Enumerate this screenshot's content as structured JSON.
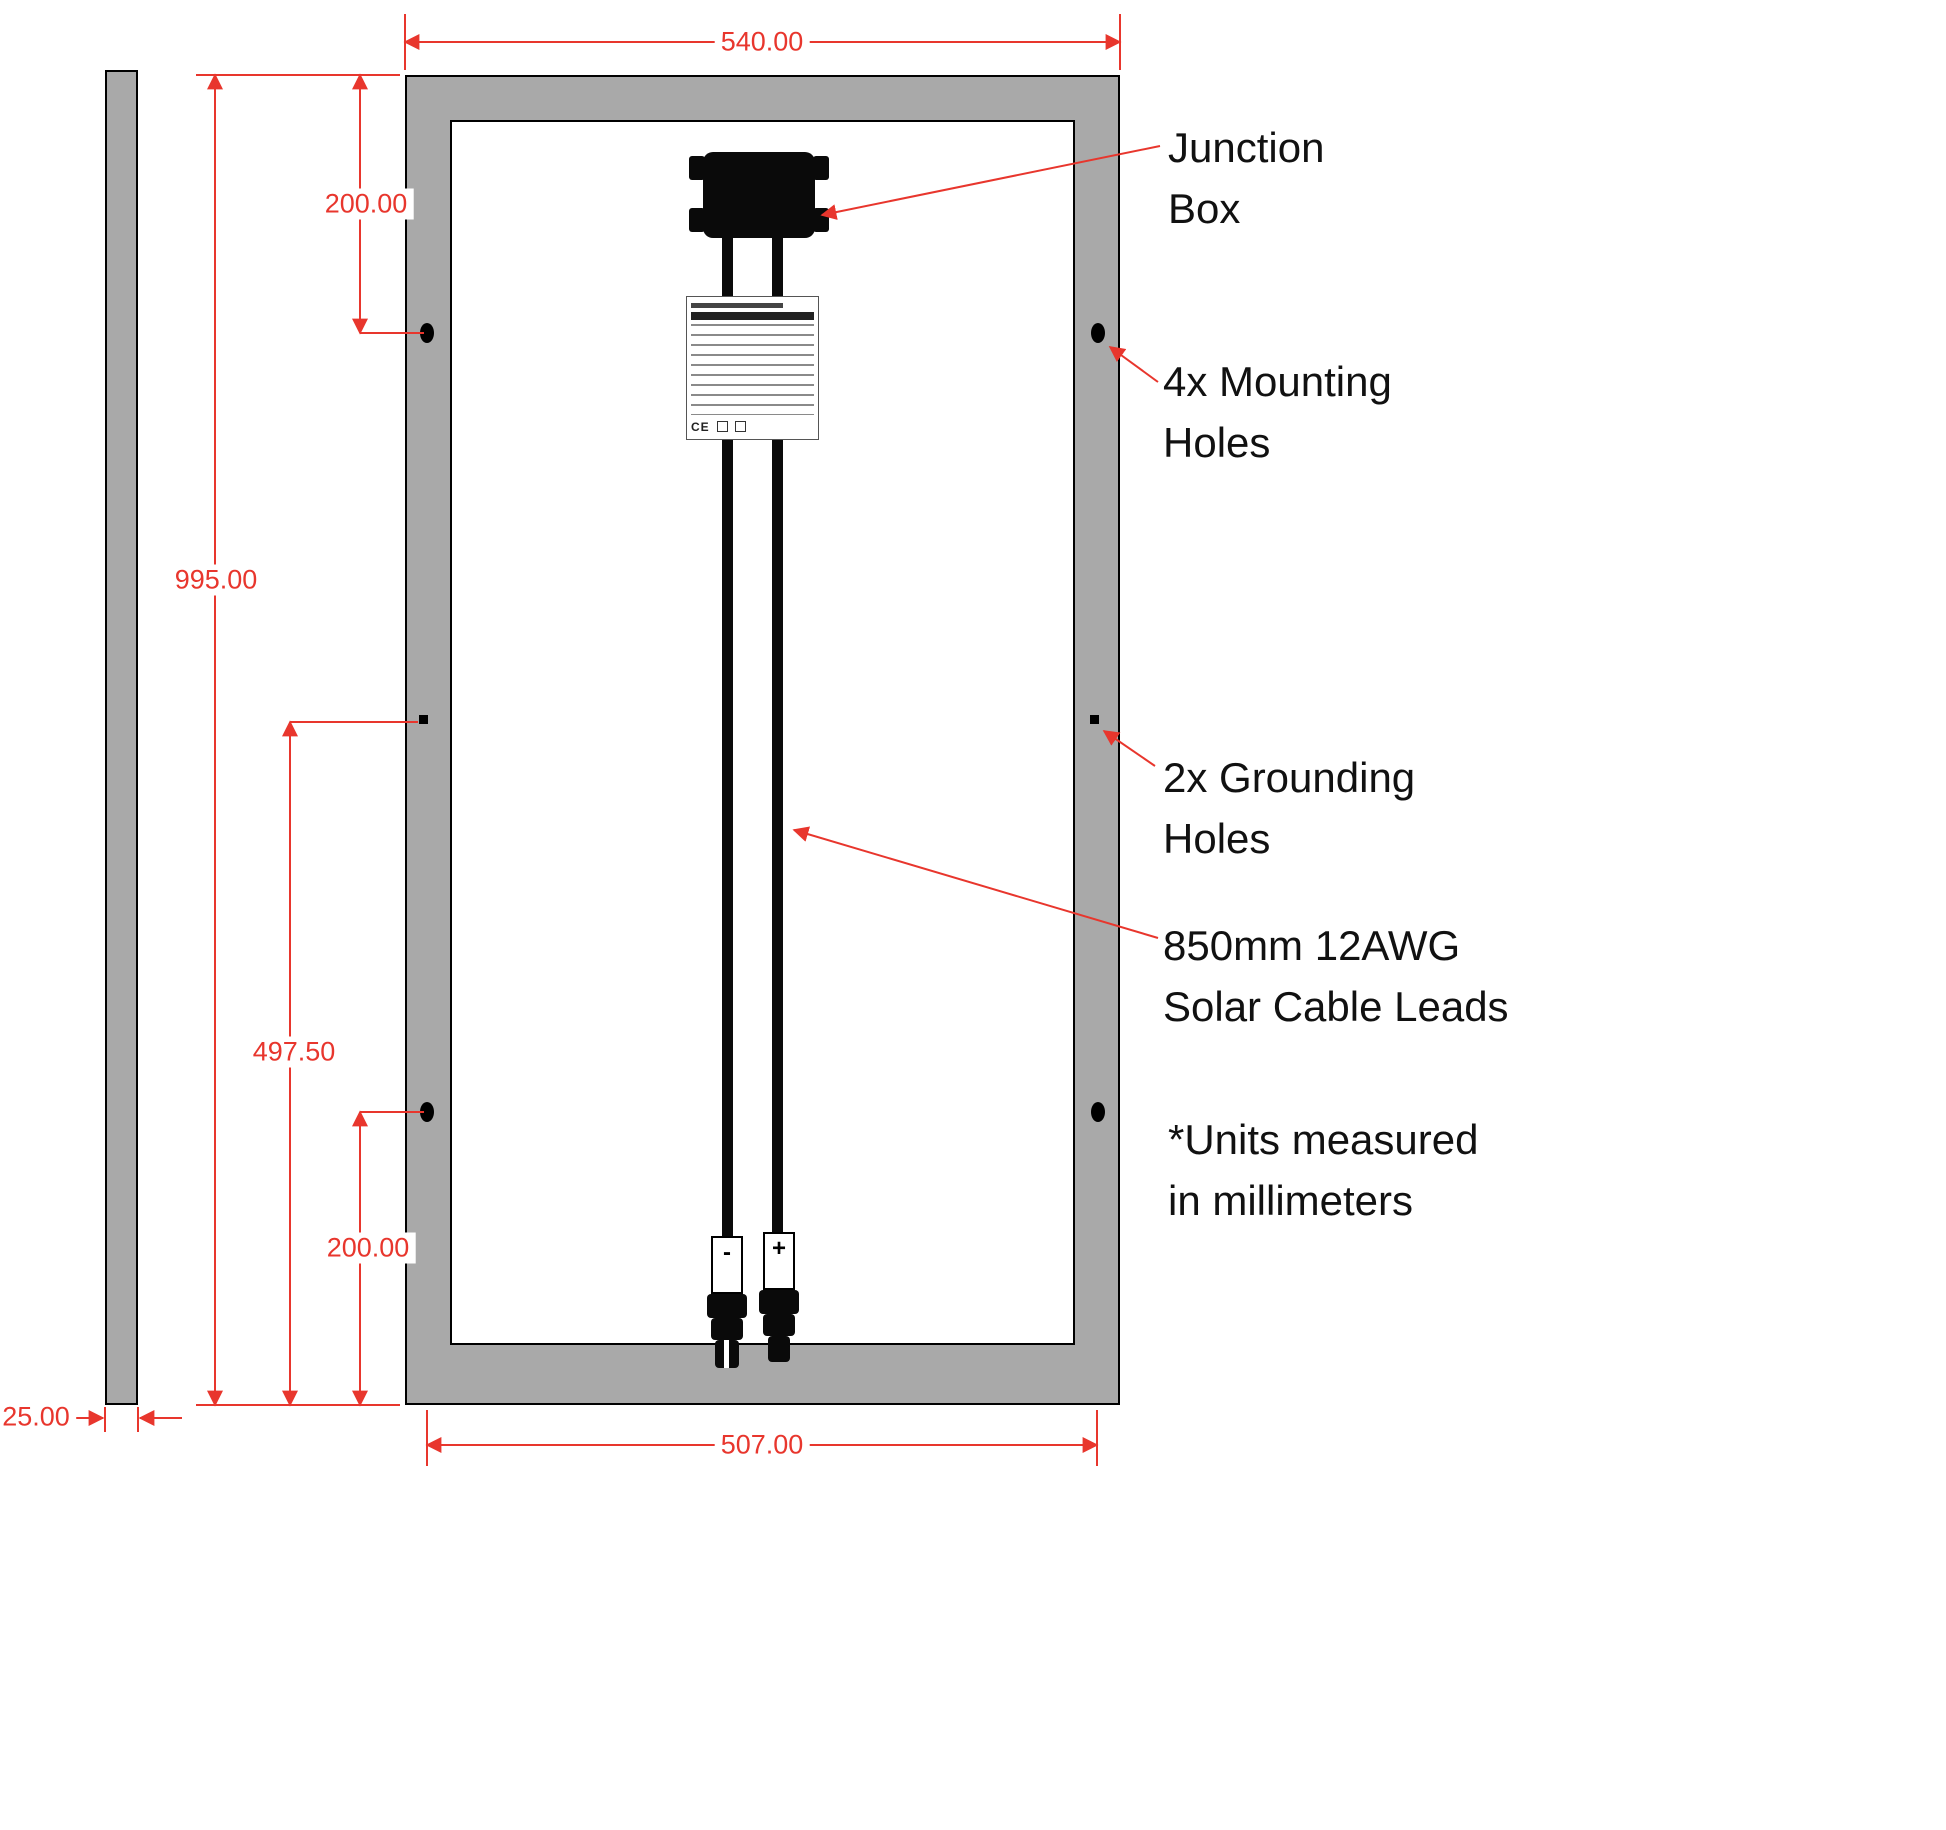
{
  "dimensions": {
    "overall_width": "540.00",
    "overall_height": "995.00",
    "mount_top_offset": "200.00",
    "ground_to_bottom": "497.50",
    "mount_bottom_offset": "200.00",
    "mount_hole_spacing": "507.00",
    "panel_thickness": "25.00"
  },
  "annotations": {
    "junction_box": [
      "Junction",
      "Box"
    ],
    "mounting_holes": [
      "4x Mounting",
      "Holes"
    ],
    "grounding_holes": [
      "2x Grounding",
      "Holes"
    ],
    "cable_leads": [
      "850mm 12AWG",
      "Solar Cable Leads"
    ],
    "units_note": [
      "*Units measured",
      "in millimeters"
    ]
  },
  "connector_labels": {
    "negative": "-",
    "positive": "+"
  },
  "spec_label": {
    "ce_mark": "CE"
  },
  "colors": {
    "dimension_red": "#e8362d",
    "frame_gray": "#a9a9a9",
    "component_black": "#0a0a0a"
  }
}
